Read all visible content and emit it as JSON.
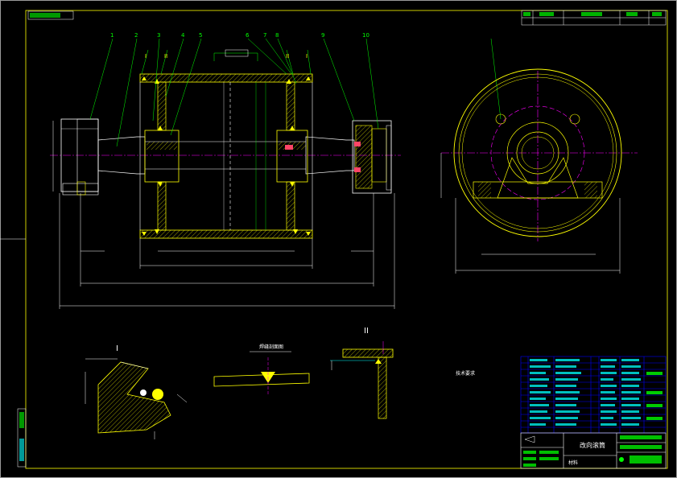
{
  "drawing": {
    "title": "改向滚筒",
    "top_left_code": "",
    "material_label": "材料"
  },
  "section_labels": {
    "detail_I": "I",
    "detail_II": "II",
    "weld_title": "焊缝剖面图"
  },
  "part_callouts": [
    "1",
    "2",
    "3",
    "4",
    "5",
    "6",
    "7",
    "8",
    "9",
    "10"
  ],
  "dimensions": {
    "overall_length": "",
    "bearing_span": "",
    "drum_length": "",
    "face_width": "",
    "right_view_width": "",
    "right_view_base": ""
  },
  "tech_notes": {
    "title": "技术要求",
    "items": []
  },
  "colors": {
    "background": "#000000",
    "outline": "#ffff00",
    "hatch": "#ffff00",
    "leader": "#00ff00",
    "center": "#ff00ff",
    "dimension": "#ffffff",
    "note_text": "#00ffff",
    "title_grid": "#0000ff"
  }
}
